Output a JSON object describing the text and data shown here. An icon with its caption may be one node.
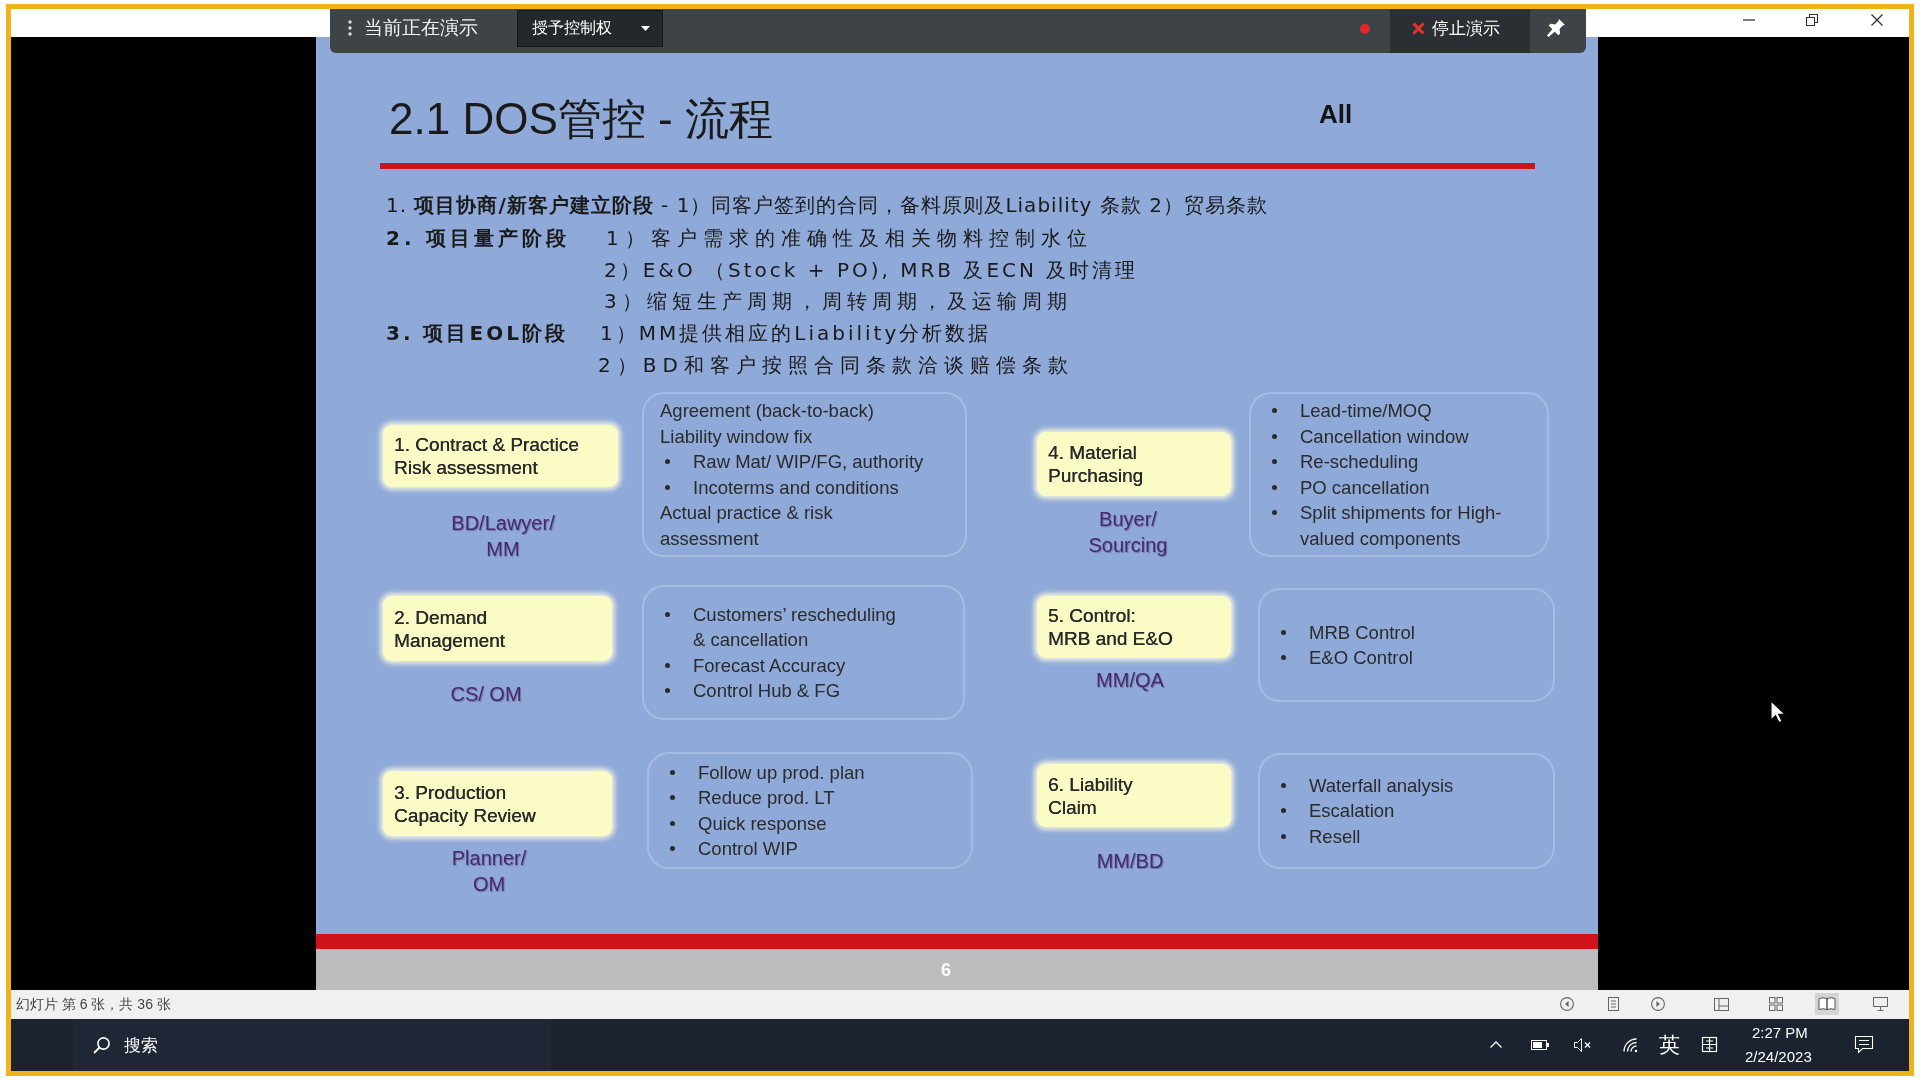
{
  "diagram": {
    "title": "2.1 DOS管控 - 流程",
    "nodes": [
      {
        "text": [
          "1. Contract & Practice Risk assessment"
        ],
        "beside": [
          "BD/Lawyer/ MM"
        ]
      },
      {
        "text": [
          "Agreement (back-to-back)",
          "Liability window fix",
          "Raw Mat/ WIP/FG, authority",
          "Incoterms and conditions",
          "Actual practice & risk assessment"
        ]
      },
      {
        "text": [
          "4. Material Purchasing"
        ],
        "beside": [
          "Buyer/ Sourcing"
        ]
      },
      {
        "text": [
          "Lead-time/MOQ",
          "Cancellation window",
          "Re-scheduling",
          "PO cancellation",
          "Split shipments for High-valued components"
        ]
      },
      {
        "text": [
          "2. Demand Management"
        ],
        "beside": [
          "CS/ OM"
        ]
      },
      {
        "text": [
          "Customers’ rescheduling & cancellation",
          "Forecast Accuracy",
          "Control Hub & FG"
        ]
      },
      {
        "text": [
          "5. Control: MRB and E&O"
        ],
        "beside": [
          "MM/QA"
        ]
      },
      {
        "text": [
          "MRB Control",
          "E&O Control"
        ]
      },
      {
        "text": [
          "3. Production Capacity Review"
        ],
        "beside": [
          "Planner/ OM"
        ]
      },
      {
        "text": [
          "Follow up prod. plan",
          "Reduce prod. LT",
          "Quick response",
          "Control WIP"
        ]
      },
      {
        "text": [
          "6. Liability Claim"
        ],
        "beside": [
          "MM/BD"
        ]
      },
      {
        "text": [
          "Waterfall analysis",
          "Escalation",
          "Resell"
        ]
      }
    ],
    "labels": [
      "当前正在演示",
      "授予控制权",
      "停止演示",
      "All",
      "1. **项目协商/新客户建立阶段** - 1）同客户签到的合同，备料原则及Liability 条款 2）贸易条款",
      "2. 项目量产阶段",
      "1）客户需求的准确性及相关物料控制水位",
      "2）E&O （Stock + PO), MRB 及ECN 及时清理",
      "3）缩短生产周期，周转周期，及运输周期",
      "3. 项目EOL阶段",
      "1）MM提供相应的Liability分析数据",
      "2）BD和客户按照合同条款洽谈赔偿条款",
      "6",
      "幻灯片 第 6 张，共 36 张",
      "搜索",
      "英",
      "2:27 PM",
      "2/24/2023"
    ]
  }
}
